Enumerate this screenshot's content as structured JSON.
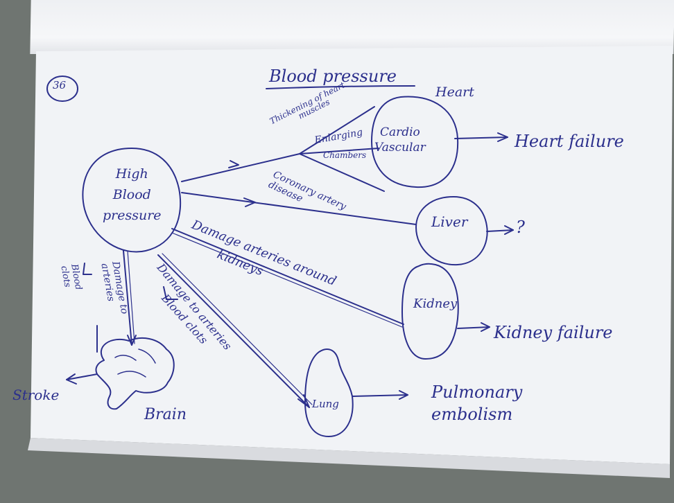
{
  "page_number": "36",
  "title": "Blood pressure",
  "nodes": {
    "high_bp": {
      "line1": "High",
      "line2": "Blood",
      "line3": "pressure"
    },
    "cardio": {
      "line1": "Cardio",
      "line2": "Vascular"
    },
    "heart": "Heart",
    "liver": "Liver",
    "kidney": "Kidney",
    "brain": "Brain",
    "lung": "Lung"
  },
  "outcomes": {
    "heart_failure": "Heart failure",
    "liver_unknown": "?",
    "kidney_failure": "Kidney failure",
    "stroke": "Stroke",
    "pulmonary": {
      "line1": "Pulmonary",
      "line2": "embolism"
    }
  },
  "edge_labels": {
    "thickening": {
      "line1": "Thickening of heart",
      "line2": "muscles"
    },
    "enlarging": "Enlarging",
    "chambers": "Chambers",
    "coronary": {
      "line1": "Coronary artery",
      "line2": "disease"
    },
    "damage_kidneys": {
      "line1": "Damage arteries around",
      "line2": "kidneys"
    },
    "damage_lung": "Damage to arteries",
    "clots_lung": "Blood clots",
    "damage_brain": {
      "line1": "Damage to",
      "line2": "arteries"
    },
    "clots_brain": {
      "line1": "Blood",
      "line2": "clots"
    }
  },
  "colors": {
    "ink": "#2b2f8c",
    "paper": "#f1f3f6",
    "background": "#6f7571"
  }
}
